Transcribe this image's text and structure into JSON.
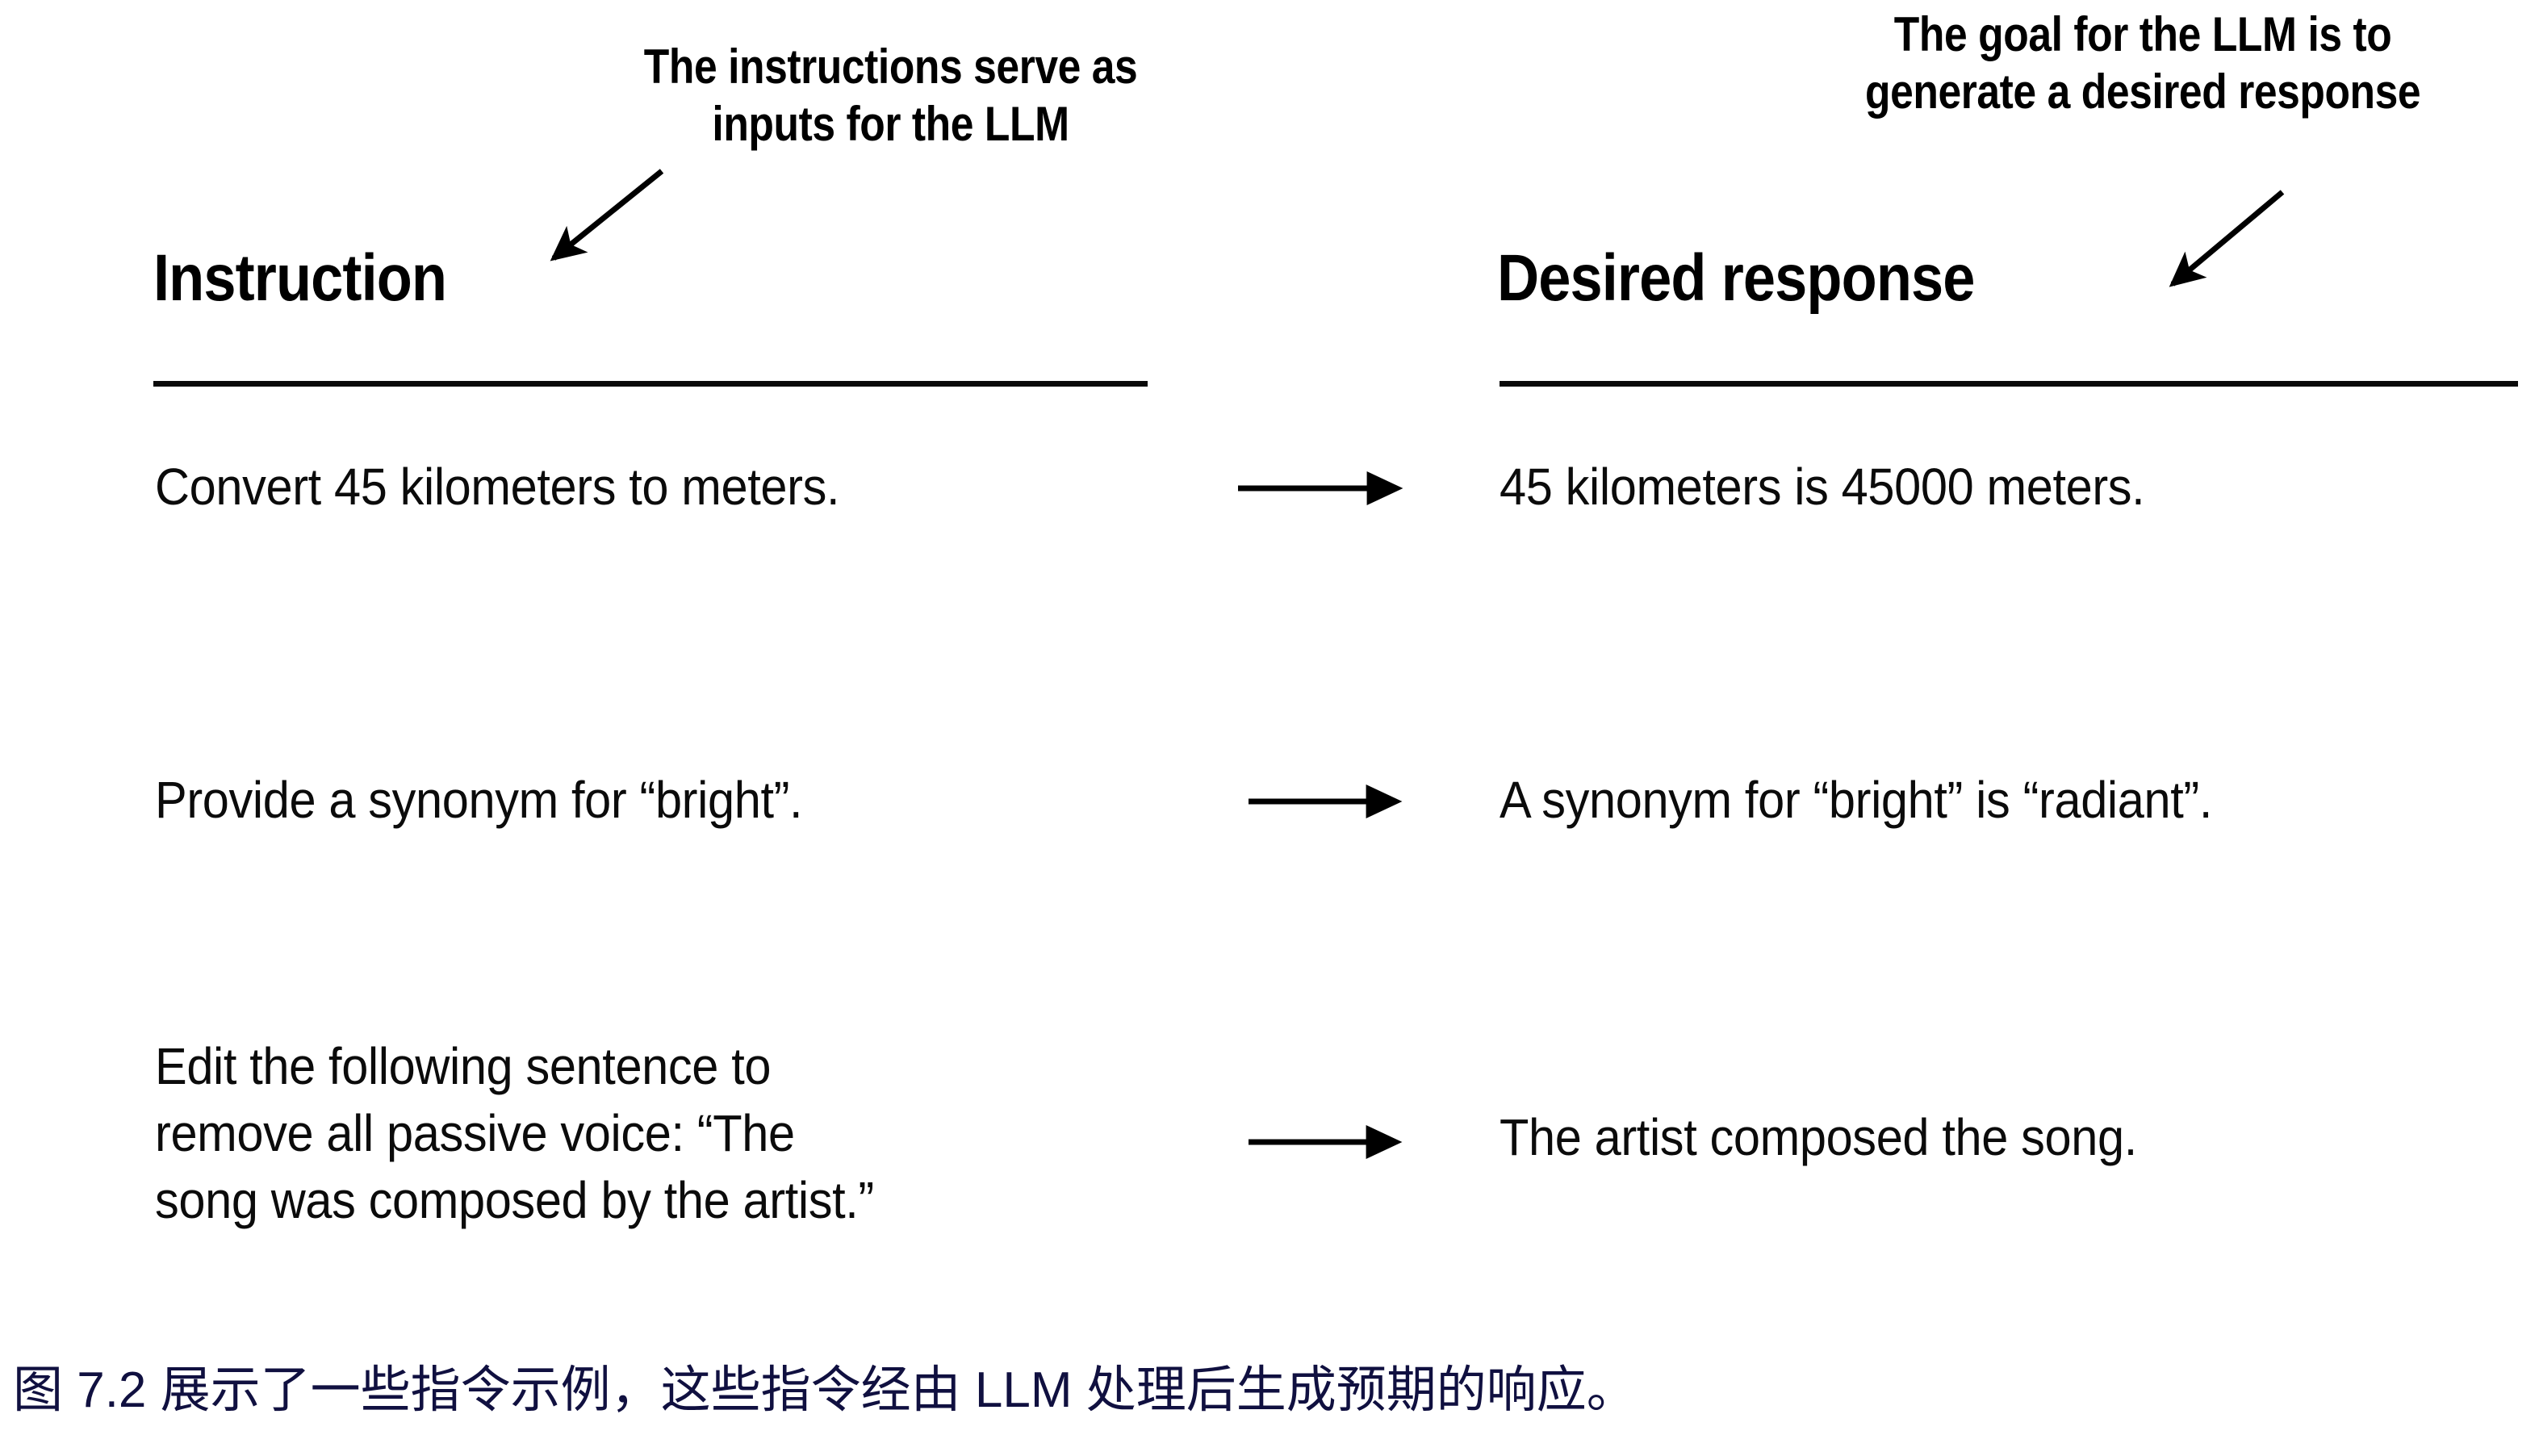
{
  "figure": {
    "annotations": {
      "left": {
        "lines": [
          "The instructions serve as",
          "inputs for the LLM"
        ],
        "arrow": "annotation-arrow-left"
      },
      "right": {
        "lines": [
          "The goal for the LLM is to",
          "generate a desired response"
        ],
        "arrow": "annotation-arrow-right"
      }
    },
    "columns": {
      "left_header": "Instruction",
      "right_header": "Desired response"
    },
    "rows": [
      {
        "instruction_lines": [
          "Convert 45 kilometers to meters."
        ],
        "arrow": "right-arrow",
        "response_lines": [
          "45 kilometers is 45000 meters."
        ]
      },
      {
        "instruction_lines": [
          "Provide a synonym for “bright”."
        ],
        "arrow": "right-arrow",
        "response_lines": [
          "A synonym for “bright” is “radiant”."
        ]
      },
      {
        "instruction_lines": [
          "Edit the following sentence to",
          "remove all passive voice: “The",
          "song was composed by the artist.”"
        ],
        "arrow": "right-arrow",
        "response_lines": [
          "The artist composed the song."
        ]
      }
    ],
    "caption": "图 7.2 展示了一些指令示例，这些指令经由 LLM 处理后生成预期的响应。",
    "colors": {
      "ink": "#000000",
      "body_ink": "#0b0b0b",
      "caption": "#101040",
      "background": "#ffffff"
    }
  }
}
